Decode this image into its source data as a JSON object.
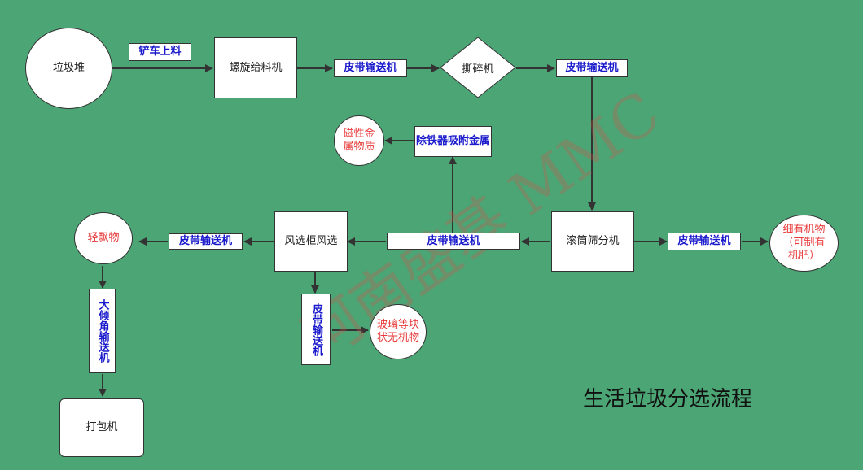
{
  "diagram": {
    "title": "生活垃圾分选流程",
    "watermark": "河南盛基 MMC",
    "nodes": {
      "garbage_pile": "垃圾堆",
      "shovel_loading": "铲车上料",
      "screw_feeder": "螺旋给料机",
      "belt_1": "皮带输送机",
      "shredder": "撕碎机",
      "belt_2": "皮带输送机",
      "iron_remover": "除铁器吸附金属",
      "magnetic_metal": "磁性金属物质",
      "trommel": "滚筒筛分机",
      "belt_to_organic": "皮带输送机",
      "fine_organic": "细有机物（可制有机肥）",
      "belt_to_wind": "皮带输送机",
      "wind_separator": "风选柜风选",
      "belt_to_light": "皮带输送机",
      "light_matter": "轻飘物",
      "incline_conveyor": "大倾角输送机",
      "baler": "打包机",
      "belt_vertical": "皮带输送机",
      "glass_inorganic": "玻璃等块状无机物"
    }
  },
  "colors": {
    "background": "#4ba574",
    "belt_text": "#1a1acc",
    "product_text": "#e83a3a"
  }
}
